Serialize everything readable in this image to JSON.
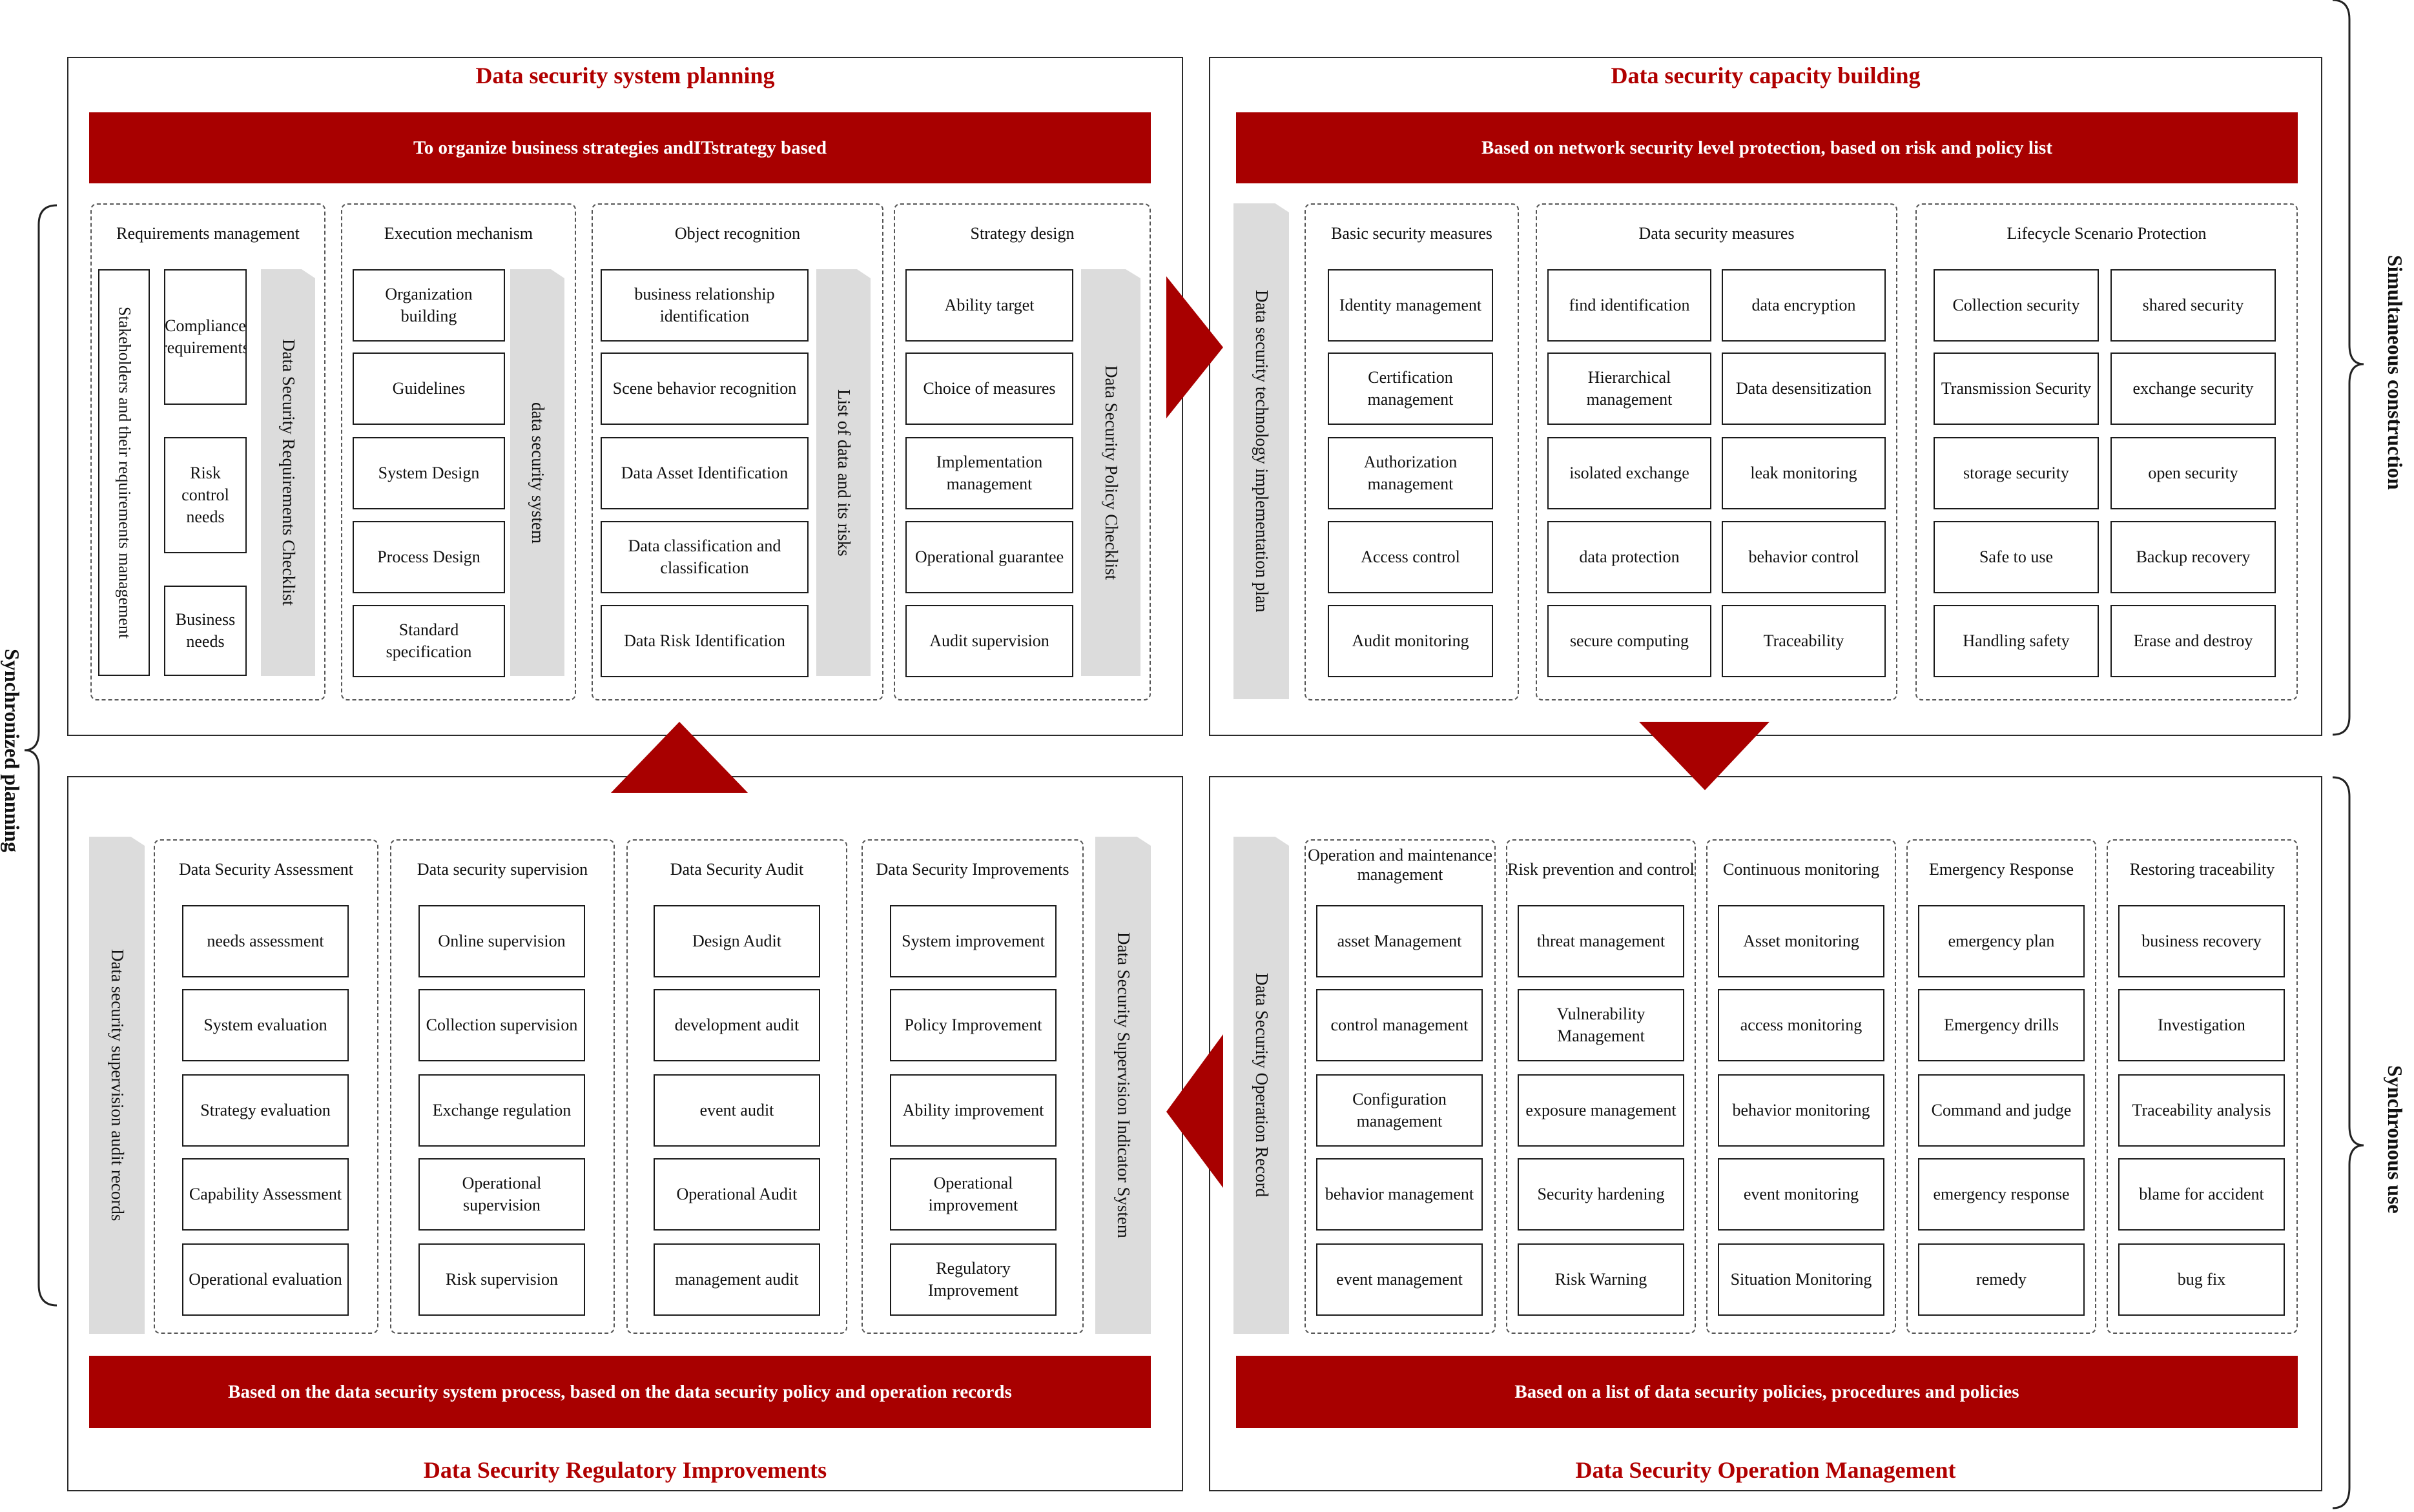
{
  "quadrants": {
    "planning": {
      "title": "Data security system planning",
      "banner": "To organize business strategies andITstrategy based",
      "groups": {
        "requirements": {
          "title": "Requirements management",
          "col1": "Stakeholders and their requirements management",
          "items": [
            "Compliance requirements",
            "Risk control needs",
            "Business needs"
          ],
          "checklist": "Data Security Requirements Checklist"
        },
        "execution": {
          "title": "Execution mechanism",
          "items": [
            "Organization building",
            "Guidelines",
            "System Design",
            "Process Design",
            "Standard specification"
          ],
          "side": "data security system"
        },
        "object": {
          "title": "Object recognition",
          "items": [
            "business relationship identification",
            "Scene behavior recognition",
            "Data Asset Identification",
            "Data classification and classification",
            "Data Risk Identification"
          ],
          "side": "List of data and its risks"
        },
        "strategy": {
          "title": "Strategy design",
          "items": [
            "Ability target",
            "Choice of measures",
            "Implementation management",
            "Operational guarantee",
            "Audit supervision"
          ],
          "side": "Data Security Policy Checklist"
        }
      }
    },
    "capacity": {
      "title": "Data security capacity building",
      "banner": "Based on network security level protection, based on risk and policy list",
      "side": "Data security technology implementation plan",
      "groups": {
        "basic": {
          "title": "Basic security measures",
          "items": [
            "Identity management",
            "Certification management",
            "Authorization management",
            "Access control",
            "Audit monitoring"
          ]
        },
        "data_measures": {
          "title": "Data security measures",
          "col1": [
            "find identification",
            "Hierarchical management",
            "isolated exchange",
            "data protection",
            "secure computing"
          ],
          "col2": [
            "data encryption",
            "Data desensitization",
            "leak monitoring",
            "behavior control",
            "Traceability"
          ]
        },
        "lifecycle": {
          "title": "Lifecycle Scenario Protection",
          "col1": [
            "Collection security",
            "Transmission Security",
            "storage security",
            "Safe to use",
            "Handling safety"
          ],
          "col2": [
            "shared security",
            "exchange security",
            "open security",
            "Backup recovery",
            "Erase and destroy"
          ]
        }
      }
    },
    "regulatory": {
      "title": "Data Security Regulatory Improvements",
      "banner": "Based on the data security system process, based on the data security policy and operation records",
      "left_side": "Data security supervision audit records",
      "right_side": "Data Security Supervision Indicator System",
      "groups": [
        {
          "title": "Data Security Assessment",
          "items": [
            "needs assessment",
            "System evaluation",
            "Strategy evaluation",
            "Capability Assessment",
            "Operational evaluation"
          ]
        },
        {
          "title": "Data security supervision",
          "items": [
            "Online supervision",
            "Collection supervision",
            "Exchange regulation",
            "Operational supervision",
            "Risk supervision"
          ]
        },
        {
          "title": "Data Security Audit",
          "items": [
            "Design Audit",
            "development audit",
            "event audit",
            "Operational Audit",
            "management audit"
          ]
        },
        {
          "title": "Data Security Improvements",
          "items": [
            "System improvement",
            "Policy Improvement",
            "Ability improvement",
            "Operational improvement",
            "Regulatory Improvement"
          ]
        }
      ]
    },
    "operation": {
      "title": "Data Security Operation Management",
      "banner": "Based on a list of data security policies, procedures and policies",
      "side": "Data Security Operation Record",
      "groups": [
        {
          "title": "Operation and maintenance management",
          "items": [
            "asset Management",
            "control management",
            "Configuration management",
            "behavior management",
            "event management"
          ]
        },
        {
          "title": "Risk prevention and control",
          "items": [
            "threat management",
            "Vulnerability Management",
            "exposure management",
            "Security hardening",
            "Risk Warning"
          ]
        },
        {
          "title": "Continuous monitoring",
          "items": [
            "Asset monitoring",
            "access monitoring",
            "behavior monitoring",
            "event monitoring",
            "Situation Monitoring"
          ]
        },
        {
          "title": "Emergency Response",
          "items": [
            "emergency plan",
            "Emergency drills",
            "Command and judge",
            "emergency response",
            "remedy"
          ]
        },
        {
          "title": "Restoring traceability",
          "items": [
            "business recovery",
            "Investigation",
            "Traceability analysis",
            "blame for accident",
            "bug fix"
          ]
        }
      ]
    }
  },
  "side_labels": {
    "left": "Synchronized planning",
    "right_top": "Simultaneous construction",
    "right_bottom": "Synchronous use"
  },
  "colors": {
    "accent": "#a80000",
    "title_red": "#b00000",
    "gray_bar": "#dcdcdc"
  }
}
